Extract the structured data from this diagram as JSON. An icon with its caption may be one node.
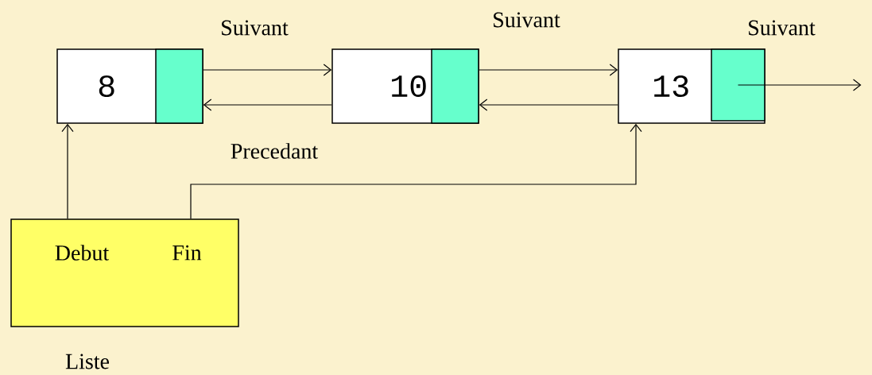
{
  "diagram": {
    "nodes": [
      {
        "text": [
          "8"
        ]
      },
      {
        "text": [],
        "shape": "box",
        "in": 0,
        "beside": [
          "Suivant"
        ]
      },
      {
        "text": [
          "10"
        ]
      },
      {
        "text": [],
        "shape": "box",
        "in": 2,
        "beside": [
          "Suivant"
        ]
      },
      {
        "text": [
          "13"
        ]
      },
      {
        "text": [],
        "shape": "box",
        "in": 4,
        "beside": [
          "Suivant"
        ]
      },
      {
        "text": [
          "Debut",
          "Fin"
        ],
        "beside": [
          "Liste"
        ]
      }
    ],
    "edges": [
      {
        "from": 1,
        "to": 2,
        "arrow": "to"
      },
      {
        "from": 2,
        "to": 1,
        "arrow": "to"
      },
      {
        "from": 3,
        "to": 4,
        "arrow": "to"
      },
      {
        "from": 4,
        "to": 3,
        "arrow": "to"
      },
      {
        "from": 5,
        "to": null,
        "arrow": "to"
      },
      {
        "from": 6,
        "to": 0,
        "arrow": "to"
      },
      {
        "from": 6,
        "to": 4,
        "arrow": "to"
      }
    ],
    "labels": [
      "Precedant"
    ]
  }
}
